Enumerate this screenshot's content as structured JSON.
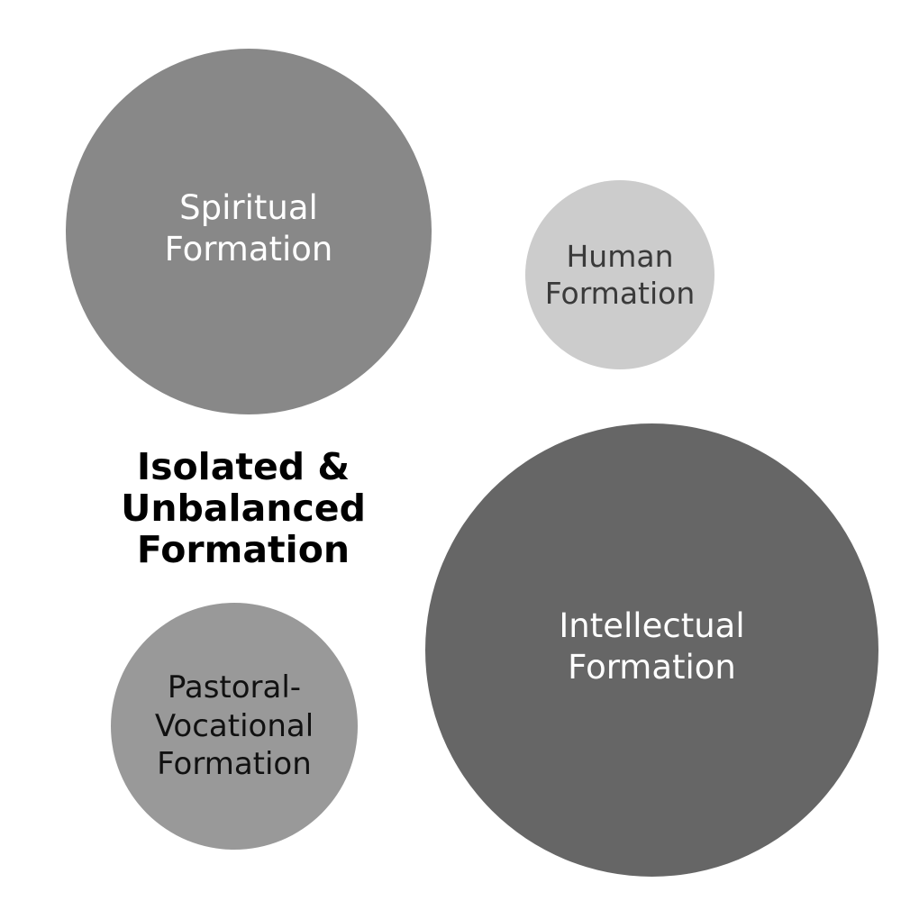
{
  "center_title": {
    "lines": [
      "Isolated &",
      "Unbalanced",
      "Formation"
    ]
  },
  "circles": [
    {
      "id": "spiritual",
      "lines": [
        "Spiritual",
        "Formation"
      ],
      "fill": "#888888",
      "text_color": "#ffffff"
    },
    {
      "id": "human",
      "lines": [
        "Human",
        "Formation"
      ],
      "fill": "#cccccc",
      "text_color": "#3a3a3a"
    },
    {
      "id": "intellectual",
      "lines": [
        "Intellectual",
        "Formation"
      ],
      "fill": "#666666",
      "text_color": "#ffffff"
    },
    {
      "id": "pastoral",
      "lines": [
        "Pastoral-",
        "Vocational",
        "Formation"
      ],
      "fill": "#999999",
      "text_color": "#111111"
    }
  ]
}
